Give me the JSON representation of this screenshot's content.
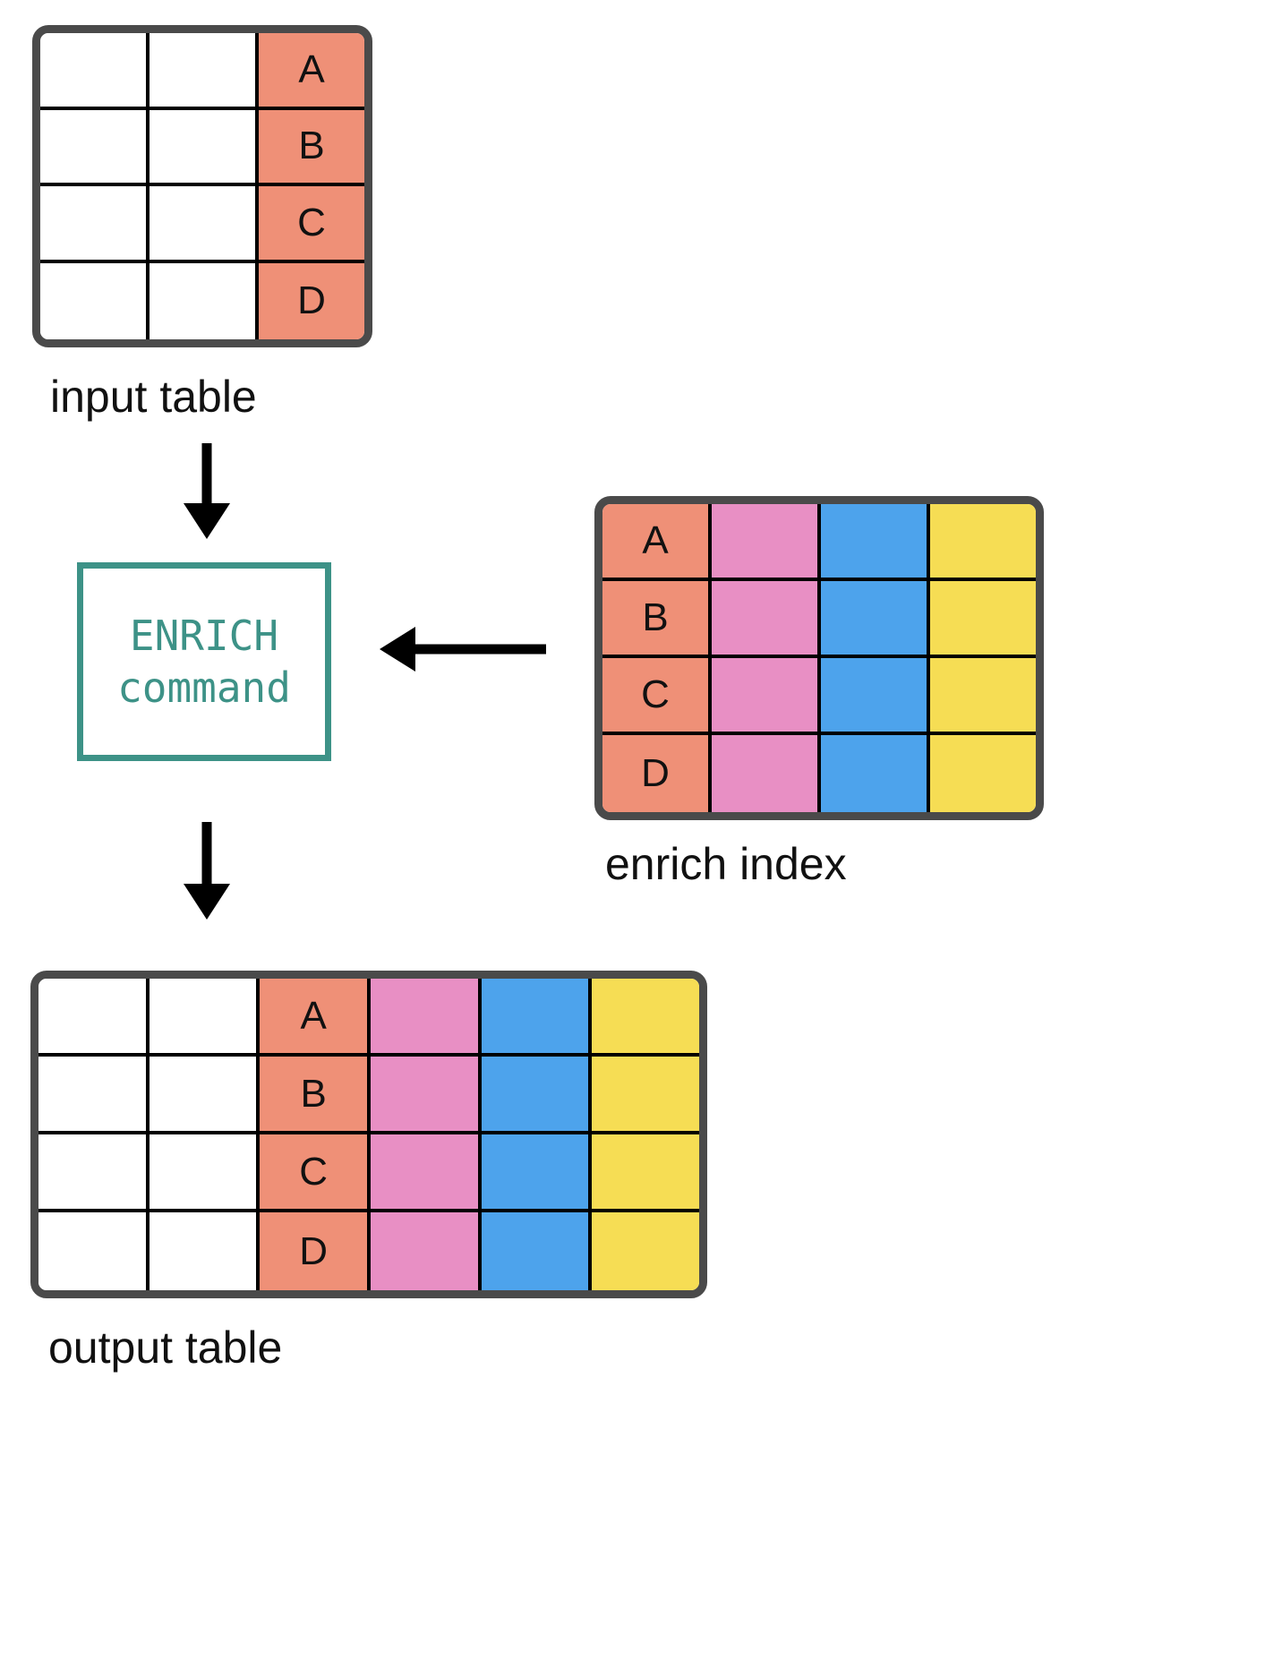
{
  "palette": {
    "key_salmon": "#ef9077",
    "pink": "#e88fc4",
    "blue": "#4da3ec",
    "yellow": "#f6dd54",
    "white": "#ffffff",
    "table_border": "#4a4a4a",
    "cell_grid": "#000000",
    "command_teal": "#3d9287",
    "arrow_black": "#000000",
    "background": "#ffffff"
  },
  "input_table": {
    "caption": "input table",
    "columns": 3,
    "rows": [
      {
        "cells": [
          {
            "text": "",
            "color": "#ffffff"
          },
          {
            "text": "",
            "color": "#ffffff"
          },
          {
            "text": "A",
            "color": "#ef9077"
          }
        ]
      },
      {
        "cells": [
          {
            "text": "",
            "color": "#ffffff"
          },
          {
            "text": "",
            "color": "#ffffff"
          },
          {
            "text": "B",
            "color": "#ef9077"
          }
        ]
      },
      {
        "cells": [
          {
            "text": "",
            "color": "#ffffff"
          },
          {
            "text": "",
            "color": "#ffffff"
          },
          {
            "text": "C",
            "color": "#ef9077"
          }
        ]
      },
      {
        "cells": [
          {
            "text": "",
            "color": "#ffffff"
          },
          {
            "text": "",
            "color": "#ffffff"
          },
          {
            "text": "D",
            "color": "#ef9077"
          }
        ]
      }
    ]
  },
  "command": {
    "line1": "ENRICH",
    "line2": "command"
  },
  "enrich_index": {
    "caption": "enrich index",
    "columns": 4,
    "rows": [
      {
        "cells": [
          {
            "text": "A",
            "color": "#ef9077"
          },
          {
            "text": "",
            "color": "#e88fc4"
          },
          {
            "text": "",
            "color": "#4da3ec"
          },
          {
            "text": "",
            "color": "#f6dd54"
          }
        ]
      },
      {
        "cells": [
          {
            "text": "B",
            "color": "#ef9077"
          },
          {
            "text": "",
            "color": "#e88fc4"
          },
          {
            "text": "",
            "color": "#4da3ec"
          },
          {
            "text": "",
            "color": "#f6dd54"
          }
        ]
      },
      {
        "cells": [
          {
            "text": "C",
            "color": "#ef9077"
          },
          {
            "text": "",
            "color": "#e88fc4"
          },
          {
            "text": "",
            "color": "#4da3ec"
          },
          {
            "text": "",
            "color": "#f6dd54"
          }
        ]
      },
      {
        "cells": [
          {
            "text": "D",
            "color": "#ef9077"
          },
          {
            "text": "",
            "color": "#e88fc4"
          },
          {
            "text": "",
            "color": "#4da3ec"
          },
          {
            "text": "",
            "color": "#f6dd54"
          }
        ]
      }
    ]
  },
  "output_table": {
    "caption": "output table",
    "columns": 6,
    "rows": [
      {
        "cells": [
          {
            "text": "",
            "color": "#ffffff"
          },
          {
            "text": "",
            "color": "#ffffff"
          },
          {
            "text": "A",
            "color": "#ef9077"
          },
          {
            "text": "",
            "color": "#e88fc4"
          },
          {
            "text": "",
            "color": "#4da3ec"
          },
          {
            "text": "",
            "color": "#f6dd54"
          }
        ]
      },
      {
        "cells": [
          {
            "text": "",
            "color": "#ffffff"
          },
          {
            "text": "",
            "color": "#ffffff"
          },
          {
            "text": "B",
            "color": "#ef9077"
          },
          {
            "text": "",
            "color": "#e88fc4"
          },
          {
            "text": "",
            "color": "#4da3ec"
          },
          {
            "text": "",
            "color": "#f6dd54"
          }
        ]
      },
      {
        "cells": [
          {
            "text": "",
            "color": "#ffffff"
          },
          {
            "text": "",
            "color": "#ffffff"
          },
          {
            "text": "C",
            "color": "#ef9077"
          },
          {
            "text": "",
            "color": "#e88fc4"
          },
          {
            "text": "",
            "color": "#4da3ec"
          },
          {
            "text": "",
            "color": "#f6dd54"
          }
        ]
      },
      {
        "cells": [
          {
            "text": "",
            "color": "#ffffff"
          },
          {
            "text": "",
            "color": "#ffffff"
          },
          {
            "text": "D",
            "color": "#ef9077"
          },
          {
            "text": "",
            "color": "#e88fc4"
          },
          {
            "text": "",
            "color": "#4da3ec"
          },
          {
            "text": "",
            "color": "#f6dd54"
          }
        ]
      }
    ]
  },
  "arrows": [
    {
      "name": "input-to-command",
      "direction": "down"
    },
    {
      "name": "index-to-command",
      "direction": "left"
    },
    {
      "name": "command-to-output",
      "direction": "down"
    }
  ]
}
